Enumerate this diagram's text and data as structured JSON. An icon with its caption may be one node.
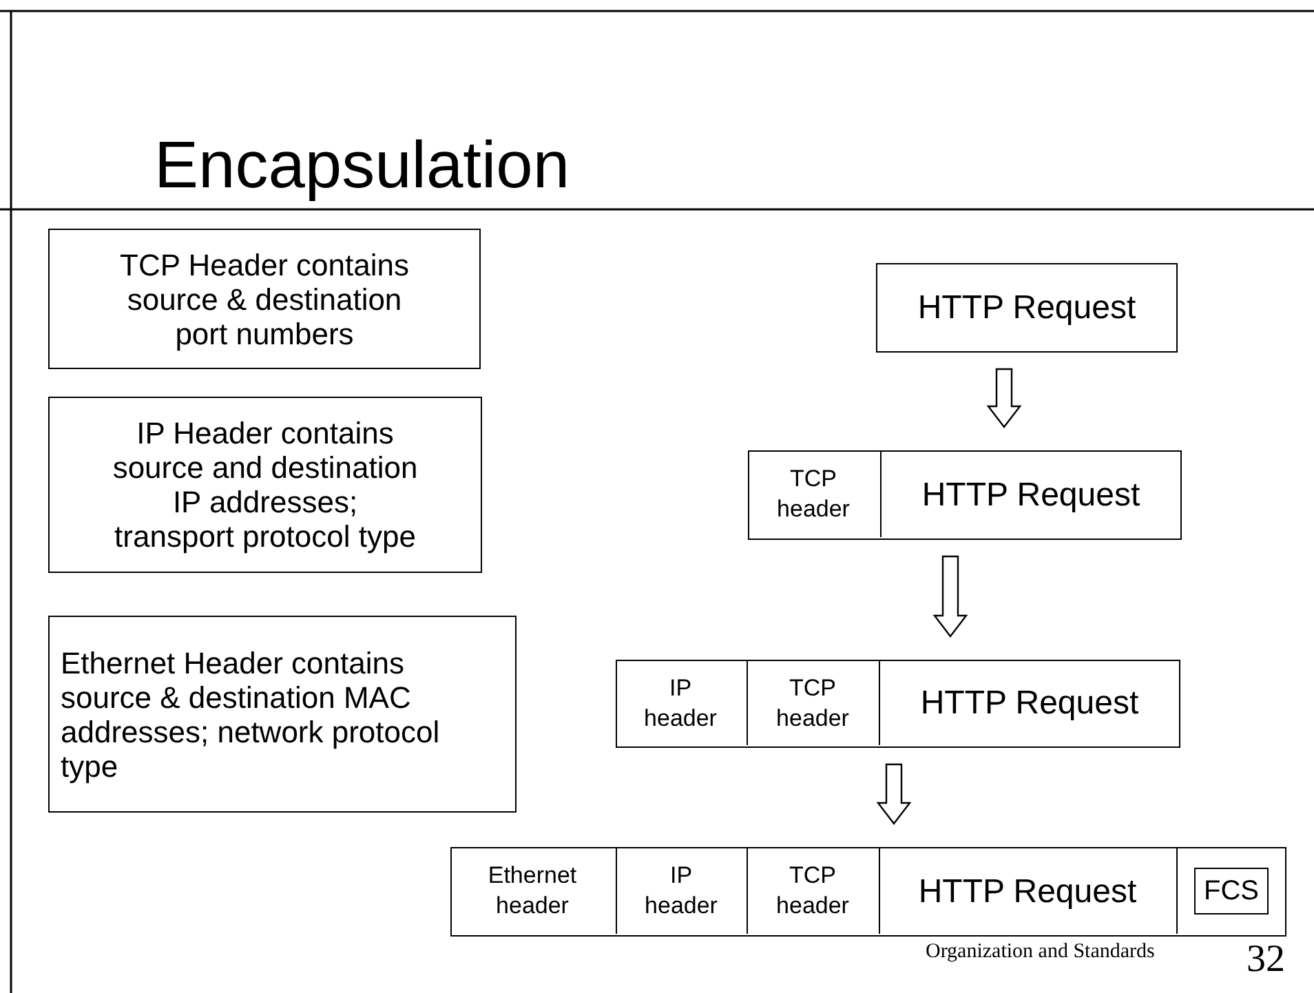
{
  "diagram": {
    "title": "Encapsulation",
    "nodes": [
      {
        "text": [
          "TCP Header contains source & destination port numbers"
        ]
      },
      {
        "text": [
          "IP Header contains source and destination IP addresses; transport protocol type"
        ]
      },
      {
        "text": [
          "Ethernet Header contains source & destination MAC addresses; network protocol type"
        ]
      },
      {
        "text": [
          "HTTP Request"
        ]
      },
      {
        "text": [],
        "shape": "box"
      },
      {
        "text": [
          "TCP header"
        ],
        "in": 4
      },
      {
        "text": [
          "HTTP Request"
        ],
        "in": 4
      },
      {
        "text": [],
        "shape": "box"
      },
      {
        "text": [
          "IP header"
        ],
        "in": 7
      },
      {
        "text": [
          "TCP header"
        ],
        "in": 7
      },
      {
        "text": [
          "HTTP Request"
        ],
        "in": 7
      },
      {
        "text": [],
        "shape": "box"
      },
      {
        "text": [
          "Ethernet header"
        ],
        "in": 11
      },
      {
        "text": [
          "IP header"
        ],
        "in": 11
      },
      {
        "text": [
          "TCP header"
        ],
        "in": 11
      },
      {
        "text": [
          "HTTP Request"
        ],
        "in": 11
      },
      {
        "text": [
          "FCS"
        ],
        "in": 11
      }
    ],
    "edges": [
      {
        "from": 3,
        "to": 4,
        "arrow": "to"
      },
      {
        "from": 4,
        "to": 7,
        "arrow": "to"
      },
      {
        "from": 7,
        "to": 11,
        "arrow": "to"
      }
    ],
    "labels": [
      "Organization and Standards",
      "32"
    ]
  }
}
